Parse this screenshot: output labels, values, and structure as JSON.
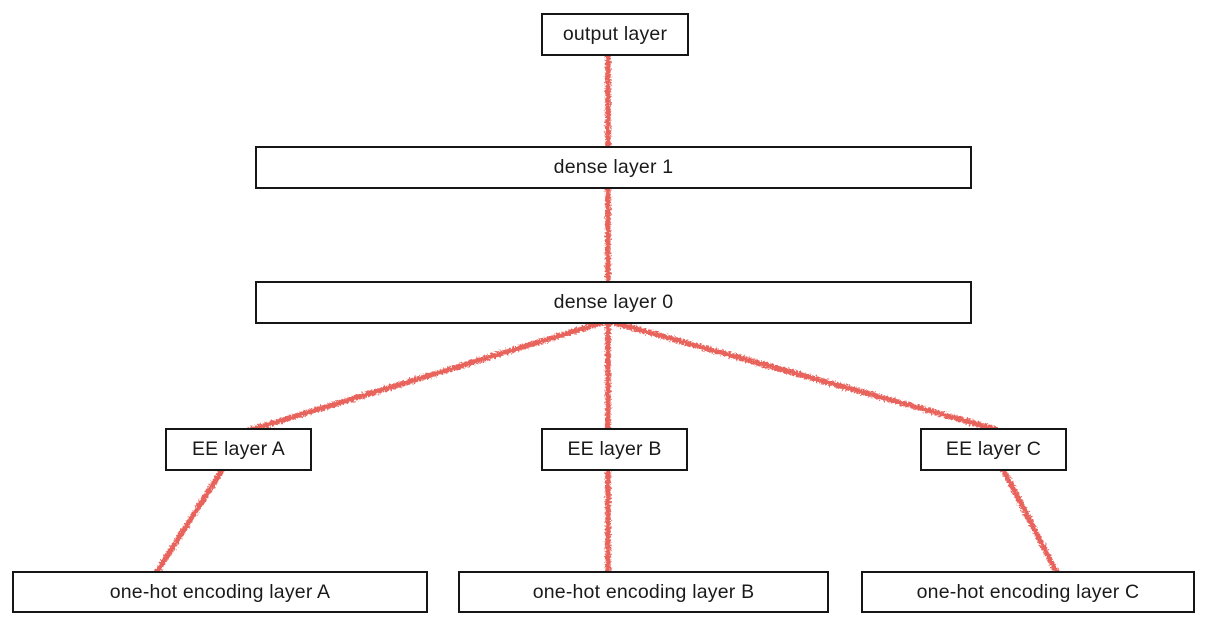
{
  "diagram": {
    "type": "flowchart",
    "background_color": "#ffffff",
    "box_border_color": "#161616",
    "edge_color": "#e8645b",
    "nodes": [
      {
        "id": "output",
        "label": "output layer"
      },
      {
        "id": "dense1",
        "label": "dense layer 1"
      },
      {
        "id": "dense0",
        "label": "dense layer 0"
      },
      {
        "id": "eeA",
        "label": "EE layer A"
      },
      {
        "id": "eeB",
        "label": "EE layer B"
      },
      {
        "id": "eeC",
        "label": "EE layer C"
      },
      {
        "id": "onehotA",
        "label": "one-hot encoding layer A"
      },
      {
        "id": "onehotB",
        "label": "one-hot encoding layer B"
      },
      {
        "id": "onehotC",
        "label": "one-hot encoding layer C"
      }
    ],
    "edges": [
      {
        "from": "output",
        "to": "dense1"
      },
      {
        "from": "dense1",
        "to": "dense0"
      },
      {
        "from": "dense0",
        "to": "eeA"
      },
      {
        "from": "dense0",
        "to": "eeB"
      },
      {
        "from": "dense0",
        "to": "eeC"
      },
      {
        "from": "eeA",
        "to": "onehotA"
      },
      {
        "from": "eeB",
        "to": "onehotB"
      },
      {
        "from": "eeC",
        "to": "onehotC"
      }
    ]
  }
}
